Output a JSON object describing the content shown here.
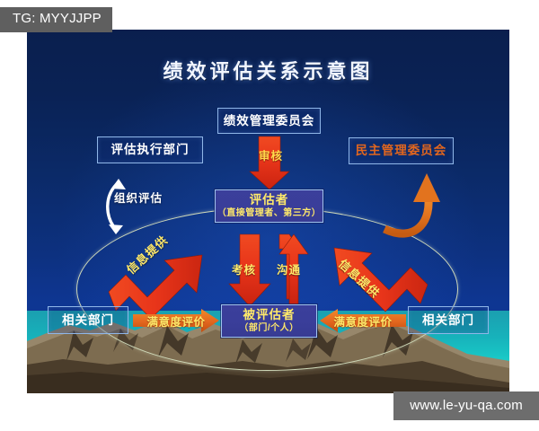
{
  "tag": {
    "text": "TG: MYYJJPP"
  },
  "watermark": {
    "text": "www.le-yu-qa.com"
  },
  "slide": {
    "title": "绩效评估关系示意图",
    "colors": {
      "background_top": "#0a1f4e",
      "background_bottom": "#0e3692",
      "box_border": "#8fb6e8",
      "box_fill": "#3b3f9b",
      "text_yellow": "#ffe96a",
      "arrow_red": "#e8361c",
      "arrow_orange": "#e2731e",
      "ellipse": "#cfd9b9",
      "sky": "#19c6c5",
      "mountain": "#5a4a35"
    },
    "nodes": {
      "performance_committee": {
        "label": "绩效管理委员会"
      },
      "exec_department": {
        "label": "评估执行部门"
      },
      "democratic_committee": {
        "label": "民主管理委员会"
      },
      "assessor": {
        "label": "评估者",
        "sublabel": "（直接管理者、第三方）"
      },
      "assessed": {
        "label": "被评估者",
        "sublabel": "（部门/个人）"
      },
      "related_dept_left": {
        "label": "相关部门"
      },
      "related_dept_right": {
        "label": "相关部门"
      }
    },
    "arrow_labels": {
      "review": "审核",
      "org_assessment": "组织评估",
      "appraisal": "考核",
      "communication": "沟通",
      "info_supply_left": "信息提供",
      "info_supply_right": "信息提供",
      "satisfaction_left": "满意度评价",
      "satisfaction_right": "满意度评价"
    }
  }
}
